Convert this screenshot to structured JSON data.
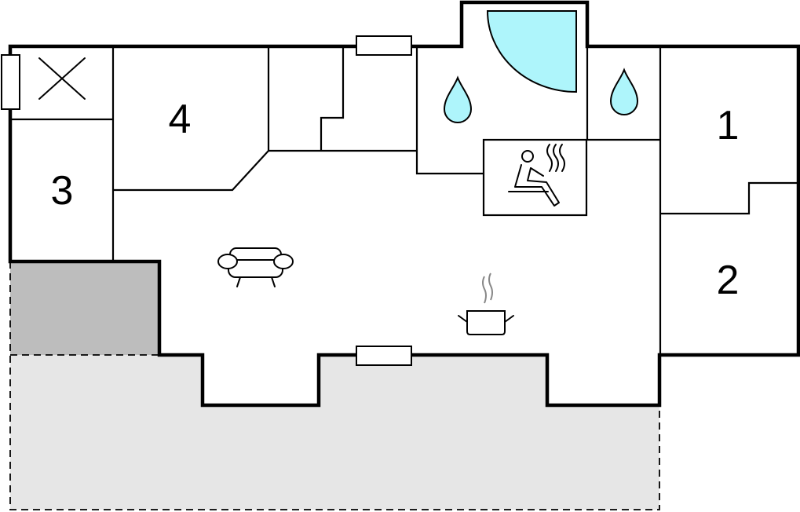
{
  "rooms": [
    {
      "id": "bedroom-1",
      "label": "1"
    },
    {
      "id": "bedroom-2",
      "label": "2"
    },
    {
      "id": "bedroom-3",
      "label": "3"
    },
    {
      "id": "bedroom-4",
      "label": "4"
    }
  ],
  "icons": {
    "sauna": "sauna-icon",
    "living": "sofa-icon",
    "kitchen": "cooking-pot-icon",
    "shower": "shower-icon",
    "bath": "water-drop-icon",
    "installation": "crossed-box-icon"
  },
  "colors": {
    "walls": "#000000",
    "terrace": "#e6e6e6",
    "covered_terrace": "#bdbdbd",
    "water": "#aef5fb"
  }
}
